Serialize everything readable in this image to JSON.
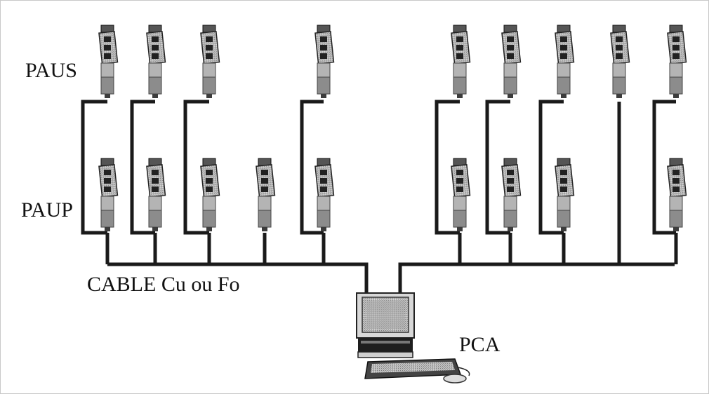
{
  "labels": {
    "paus": "PAUS",
    "paup": "PAUP",
    "cable": "CABLE Cu ou Fo",
    "pca": "PCA"
  },
  "colors": {
    "cable": "#1a1a1a",
    "device_body": "#b4b4b4",
    "device_dark": "#3c3c3c",
    "screen": "#9a9a9a"
  },
  "icons": {
    "device": "help-point-terminal-icon",
    "computer": "desktop-computer-icon"
  }
}
